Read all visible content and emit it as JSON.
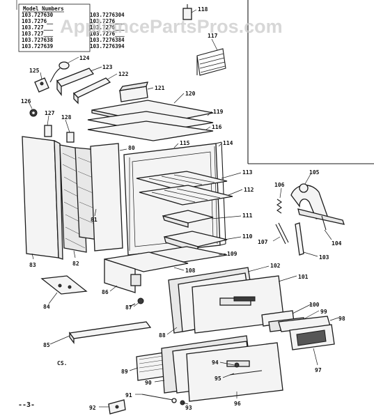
{
  "watermark": "AppliancePartsPros.com",
  "model_table": {
    "header": "Model Numbers",
    "left_column": [
      "103.727630",
      "103.7276__",
      "103.727___",
      "103.727___",
      "103.727638",
      "103.727639"
    ],
    "right_column": [
      "103.7276304",
      "103.7276___",
      "103.7276___",
      "103.7276___",
      "103.7276384",
      "103.7276394"
    ]
  },
  "footer": {
    "page_label": "--3-",
    "code": "CS."
  },
  "part_numbers": [
    "118",
    "117",
    "124",
    "123",
    "125",
    "122",
    "121",
    "120",
    "126",
    "127",
    "128",
    "119",
    "116",
    "80",
    "115",
    "114",
    "113",
    "112",
    "81",
    "111",
    "110",
    "109",
    "108",
    "83",
    "82",
    "86",
    "84",
    "87",
    "85",
    "88",
    "89",
    "90",
    "91",
    "92",
    "93",
    "94",
    "95",
    "96",
    "97",
    "98",
    "99",
    "100",
    "101",
    "102",
    "103",
    "104",
    "105",
    "106",
    "107"
  ]
}
